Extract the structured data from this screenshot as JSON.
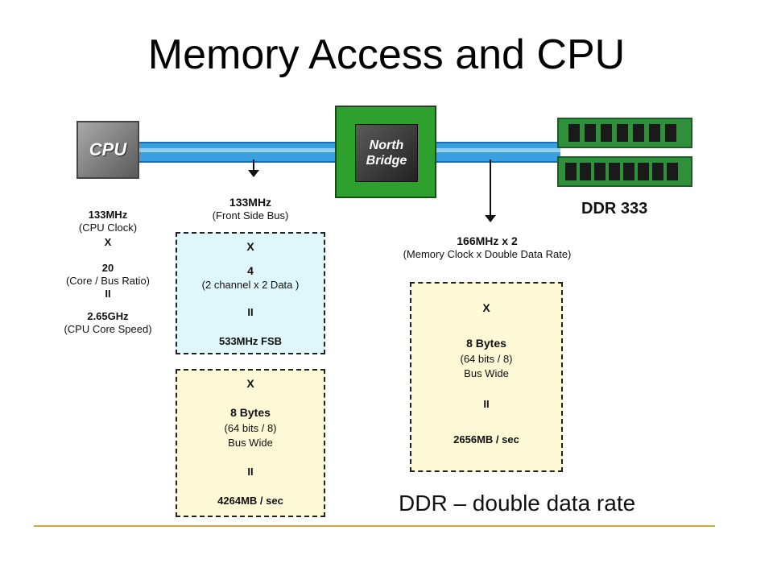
{
  "title": "Memory Access and CPU",
  "cpu_label": "CPU",
  "northbridge": {
    "line1": "North",
    "line2": "Bridge"
  },
  "ram_label": "DDR 333",
  "cpu_column": {
    "clock": "133MHz",
    "clock_sub": "(CPU Clock)",
    "times": "X",
    "ratio": "20",
    "ratio_sub": "(Core / Bus Ratio)",
    "equals": "II",
    "speed": "2.65GHz",
    "speed_sub": "(CPU Core Speed)"
  },
  "fsb": {
    "value": "133MHz",
    "sub": "(Front Side Bus)",
    "times": "X",
    "factor": "4",
    "factor_sub": "(2 channel x 2 Data )",
    "equals": "II",
    "result": "533MHz FSB"
  },
  "fsb_bandwidth": {
    "times": "X",
    "bytes": "8 Bytes",
    "bits": "(64 bits / 8)",
    "wide": "Bus Wide",
    "equals": "II",
    "result": "4264MB / sec"
  },
  "mem": {
    "value": "166MHz x 2",
    "sub": "(Memory Clock x Double Data Rate)",
    "times": "X",
    "bytes": "8 Bytes",
    "bits": "(64 bits / 8)",
    "wide": "Bus Wide",
    "equals": "II",
    "result": "2656MB / sec"
  },
  "caption": "DDR – double data rate",
  "colors": {
    "bus": "#3a9fe0",
    "northbridge": "#2ea02e",
    "fsb_box": "#dff6fb",
    "bw_box": "#fdf8d6",
    "rule": "#c8a84b"
  }
}
